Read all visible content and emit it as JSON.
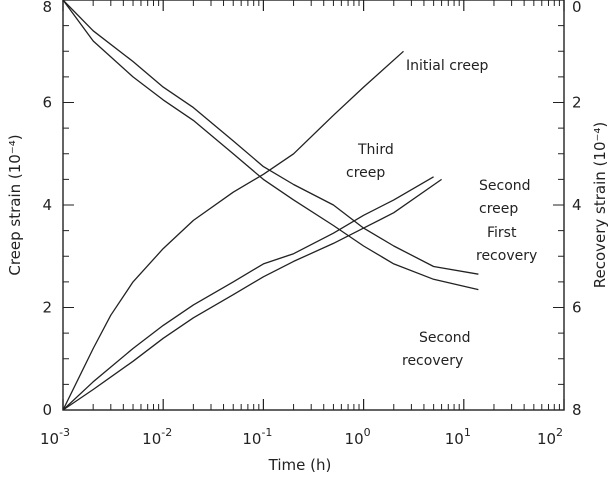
{
  "chart_data": {
    "type": "line",
    "xlabel": "Time (h)",
    "ylabel_left": "Creep strain (10⁻⁴)",
    "ylabel_right": "Recovery strain (10⁻⁴)",
    "x_scale": "log",
    "xlim": [
      0.001,
      100
    ],
    "ylim_left": [
      0,
      8
    ],
    "ylim_right": [
      0,
      8
    ],
    "right_axis_inverted": true,
    "grid": false,
    "x_ticks": [
      {
        "value": 0.001,
        "base": "10",
        "exp": "-3"
      },
      {
        "value": 0.01,
        "base": "10",
        "exp": "-2"
      },
      {
        "value": 0.1,
        "base": "10",
        "exp": "-1"
      },
      {
        "value": 1,
        "base": "10",
        "exp": "0"
      },
      {
        "value": 10,
        "base": "10",
        "exp": "1"
      },
      {
        "value": 100,
        "base": "10",
        "exp": "2"
      }
    ],
    "y_ticks_left": [
      "0",
      "2",
      "4",
      "6",
      "8"
    ],
    "y_ticks_right": [
      "0",
      "2",
      "4",
      "6",
      "8"
    ],
    "series": [
      {
        "name": "Initial creep",
        "axis": "left",
        "x": [
          0.001,
          0.002,
          0.003,
          0.005,
          0.01,
          0.02,
          0.05,
          0.1,
          0.2,
          0.5,
          1,
          2.5
        ],
        "y": [
          0,
          1.2,
          1.85,
          2.5,
          3.15,
          3.7,
          4.25,
          4.6,
          5.0,
          5.75,
          6.3,
          7.0
        ]
      },
      {
        "name": "Third creep",
        "axis": "left",
        "x": [
          0.001,
          0.002,
          0.005,
          0.01,
          0.02,
          0.05,
          0.1,
          0.2,
          0.5,
          1,
          2,
          5
        ],
        "y": [
          0,
          0.55,
          1.2,
          1.65,
          2.05,
          2.5,
          2.85,
          3.05,
          3.45,
          3.8,
          4.1,
          4.55
        ]
      },
      {
        "name": "Second creep",
        "axis": "left",
        "x": [
          0.001,
          0.002,
          0.005,
          0.01,
          0.02,
          0.05,
          0.1,
          0.2,
          0.5,
          1,
          2,
          6
        ],
        "y": [
          0,
          0.4,
          0.95,
          1.4,
          1.8,
          2.25,
          2.6,
          2.9,
          3.25,
          3.55,
          3.85,
          4.5
        ]
      },
      {
        "name": "First recovery",
        "axis": "right",
        "x": [
          0.001,
          0.002,
          0.005,
          0.01,
          0.02,
          0.05,
          0.1,
          0.2,
          0.5,
          1,
          2,
          5,
          14
        ],
        "y": [
          0,
          0.6,
          1.2,
          1.7,
          2.1,
          2.75,
          3.25,
          3.6,
          4.0,
          4.45,
          4.8,
          5.2,
          5.35
        ]
      },
      {
        "name": "Second recovery",
        "axis": "right",
        "x": [
          0.001,
          0.002,
          0.005,
          0.01,
          0.02,
          0.05,
          0.1,
          0.2,
          0.5,
          1,
          2,
          5,
          14
        ],
        "y": [
          0,
          0.8,
          1.5,
          1.95,
          2.35,
          3.0,
          3.5,
          3.9,
          4.4,
          4.8,
          5.15,
          5.45,
          5.65
        ]
      }
    ],
    "labels": {
      "initial_creep": "Initial creep",
      "third_creep": [
        "Third",
        "creep"
      ],
      "second_creep": [
        "Second",
        "creep"
      ],
      "first_recovery": [
        "First",
        "recovery"
      ],
      "second_recovery": [
        "Second",
        "recovery"
      ]
    },
    "line_color": "#222222"
  }
}
